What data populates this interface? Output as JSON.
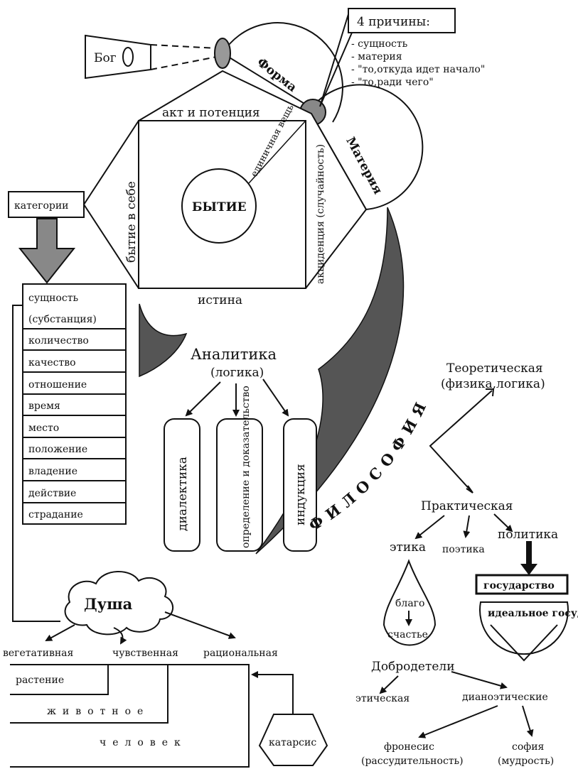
{
  "causes": {
    "title": "4 причины:",
    "items": [
      "- сущность",
      "- материя",
      "- \"то,откуда идет начало\"",
      "- \"то,ради чего\""
    ]
  },
  "god": "Бог",
  "forma": "Форма",
  "materia": "Материя",
  "being": {
    "center": "БЫТИЕ",
    "top": "акт и потенция",
    "left": "бытие в себе",
    "right": "акциденция (случайность)",
    "bottom": "истина",
    "diagonal": "единичная вещь"
  },
  "categories": {
    "label": "категории",
    "items": [
      "сущность",
      "(субстанция)",
      "количество",
      "качество",
      "отношение",
      "время",
      "место",
      "положение",
      "владение",
      "действие",
      "страдание"
    ]
  },
  "analytics": {
    "title": "Аналитика",
    "subtitle": "(логика)",
    "methods": [
      "диалектика",
      "определение и доказательство",
      "индукция"
    ]
  },
  "philosophy": {
    "title": "ФИЛОСОФИЯ",
    "theoretical": "Теоретическая",
    "theoretical_sub": "(физика,логика)",
    "practical": "Практическая",
    "ethics": "этика",
    "poetics": "поэтика",
    "politics": "политика",
    "state": "государство",
    "ideal_state": "идеальное государство",
    "good": "благо",
    "happiness": "счастье",
    "virtues": "Добродетели",
    "ethical": "этическая",
    "dianoetic": "дианоэтические",
    "phronesis": "фронесис",
    "phronesis_sub": "(рассудительность)",
    "sophia": "софия",
    "sophia_sub": "(мудрость)"
  },
  "soul": {
    "title": "Душа",
    "types": [
      "вегетативная",
      "чувственная",
      "рациональная"
    ],
    "plant": "растение",
    "animal": "животное",
    "human": "человек",
    "catharsis": "катарсис"
  }
}
